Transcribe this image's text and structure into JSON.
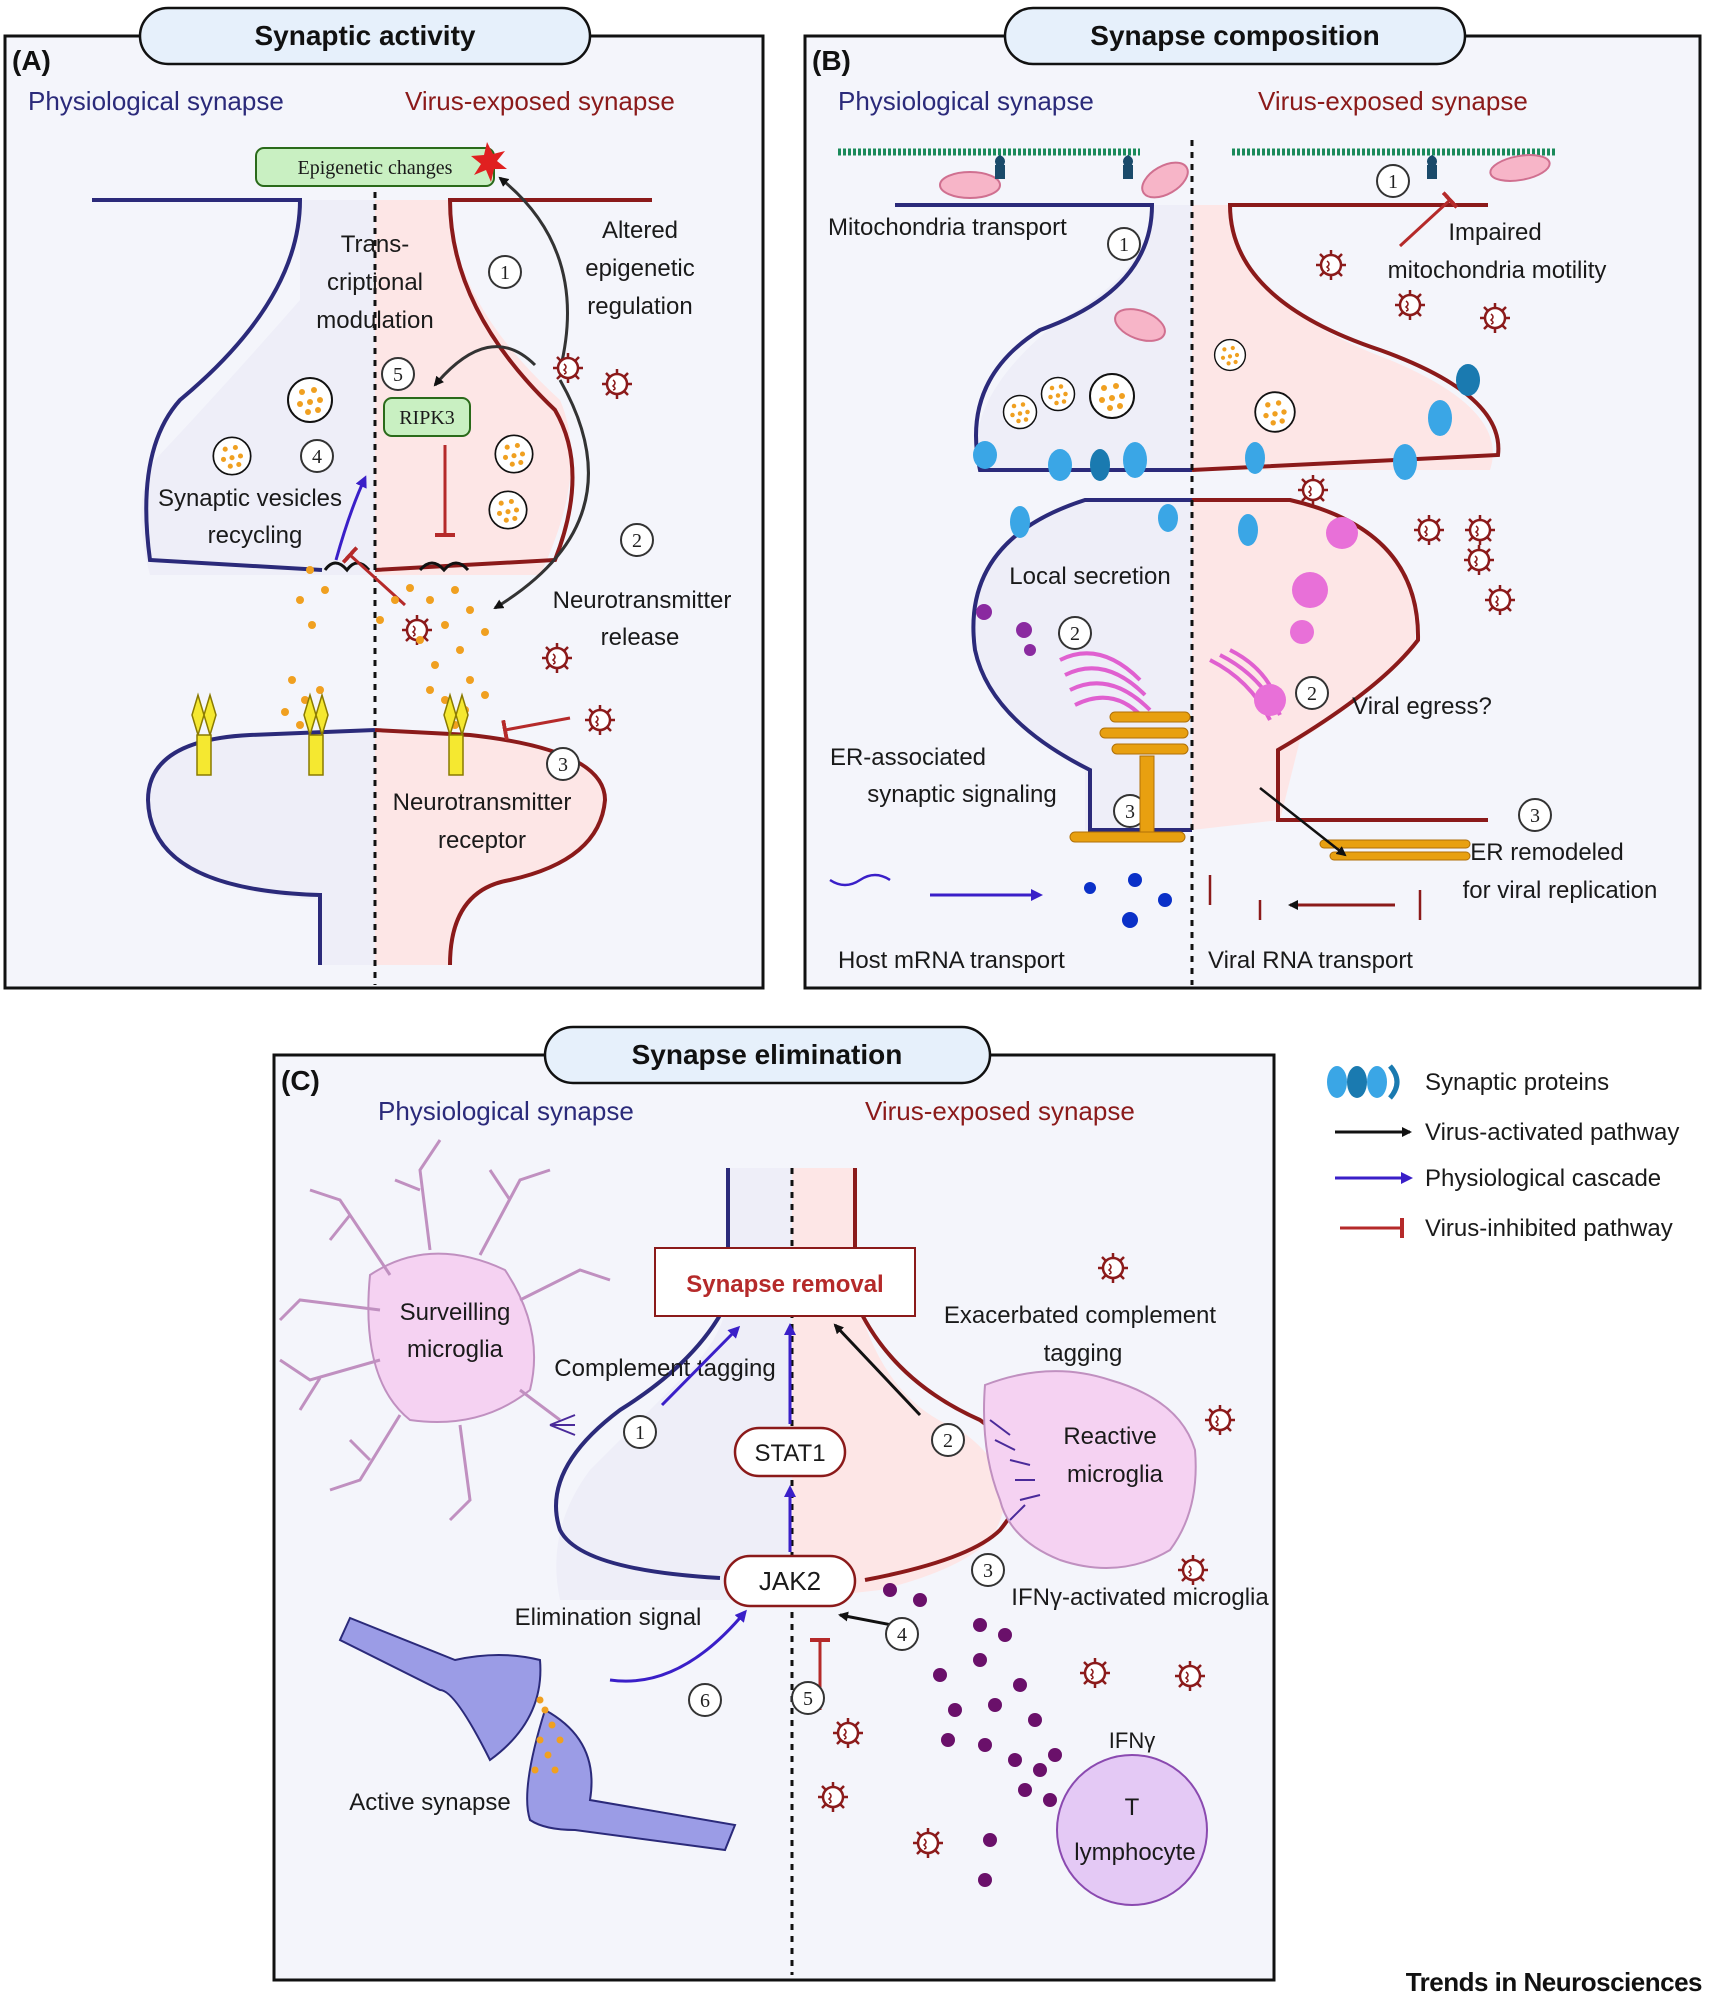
{
  "panels": {
    "a": {
      "tag": "(A)",
      "title": "Synaptic activity",
      "phys_label": "Physiological synapse",
      "virus_label": "Virus-exposed synapse",
      "epigenetic_box": "Epigenetic changes",
      "trans_line1": "Trans-",
      "trans_line2": "criptional",
      "trans_line3": "modulation",
      "altered_line1": "Altered",
      "altered_line2": "epigenetic",
      "altered_line3": "regulation",
      "ripk3": "RIPK3",
      "vesicles_line1": "Synaptic vesicles",
      "vesicles_line2": "recycling",
      "nt_release_line1": "Neurotransmitter",
      "nt_release_line2": "release",
      "nt_receptor_line1": "Neurotransmitter",
      "nt_receptor_line2": "receptor",
      "n1": "1",
      "n2": "2",
      "n3": "3",
      "n4": "4",
      "n5": "5"
    },
    "b": {
      "tag": "(B)",
      "title": "Synapse composition",
      "phys_label": "Physiological synapse",
      "virus_label": "Virus-exposed synapse",
      "mito_transport": "Mitochondria transport",
      "impaired_line1": "Impaired",
      "impaired_line2": "mitochondria motility",
      "local_secretion": "Local secretion",
      "viral_egress": "Viral egress?",
      "er_assoc_line1": "ER-associated",
      "er_assoc_line2": "synaptic signaling",
      "er_remod_line1": "ER remodeled",
      "er_remod_line2": "for viral replication",
      "host_mrna": "Host mRNA transport",
      "viral_rna": "Viral RNA transport",
      "n1": "1",
      "n2": "2",
      "n3": "3"
    },
    "c": {
      "tag": "(C)",
      "title": "Synapse elimination",
      "phys_label": "Physiological synapse",
      "virus_label": "Virus-exposed synapse",
      "synapse_removal": "Synapse removal",
      "surveilling_line1": "Surveilling",
      "surveilling_line2": "microglia",
      "complement_tagging": "Complement tagging",
      "exacerbated_line1": "Exacerbated complement",
      "exacerbated_line2": "tagging",
      "reactive_line1": "Reactive",
      "reactive_line2": "microglia",
      "stat1": "STAT1",
      "jak2": "JAK2",
      "ifng_microglia": "IFNγ-activated microglia",
      "elimination_signal": "Elimination signal",
      "active_synapse": "Active synapse",
      "ifng": "IFNγ",
      "t_line1": "T",
      "t_line2": "lymphocyte",
      "n1": "1",
      "n2": "2",
      "n3": "3",
      "n4": "4",
      "n5": "5",
      "n6": "6"
    }
  },
  "legend": {
    "synaptic_proteins": "Synaptic proteins",
    "virus_activated": "Virus-activated pathway",
    "physiological_cascade": "Physiological cascade",
    "virus_inhibited": "Virus-inhibited pathway"
  },
  "footer": "Trends in Neurosciences",
  "colors": {
    "physiological": "#2b2a7a",
    "virus": "#8b1a1a",
    "phys_fill": "#eeeef8",
    "virus_fill": "#fde6e6",
    "title_pill": "#e6f0fb",
    "microglia": "#f5d2f2",
    "t_cell": "#e4c9f5"
  }
}
